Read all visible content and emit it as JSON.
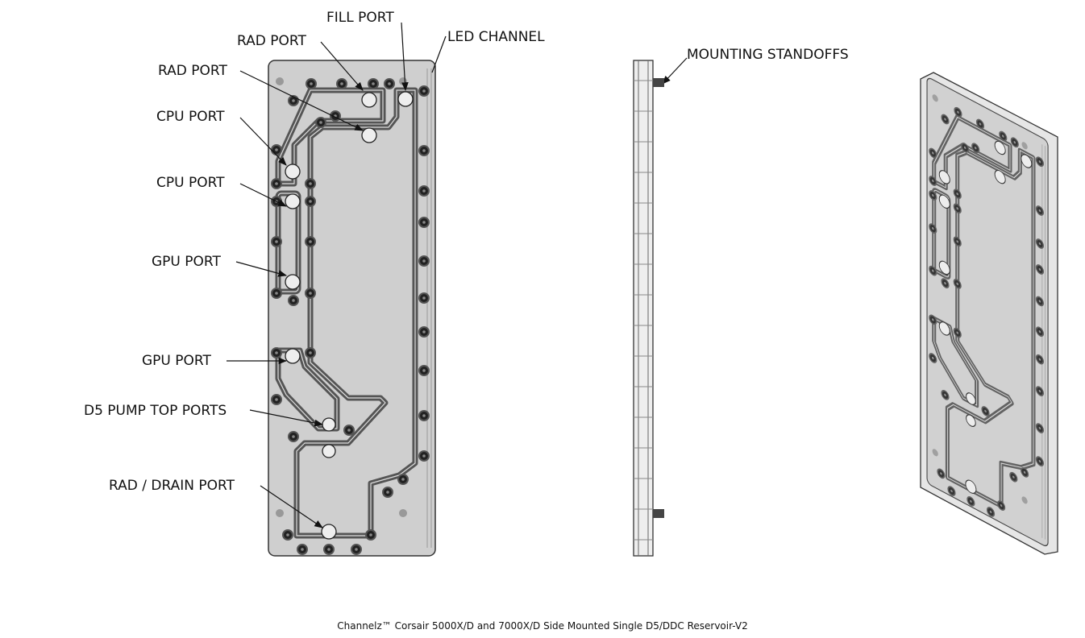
{
  "labels": {
    "fill_port": "FILL PORT",
    "rad_port_1": "RAD PORT",
    "rad_port_2": "RAD PORT",
    "led_channel": "LED CHANNEL",
    "cpu_port_1": "CPU PORT",
    "cpu_port_2": "CPU PORT",
    "gpu_port_1": "GPU PORT",
    "gpu_port_2": "GPU PORT",
    "d5_pump_top_ports": "D5 PUMP TOP PORTS",
    "rad_drain_port": "RAD / DRAIN PORT",
    "mounting_standoffs": "MOUNTING STANDOFFS"
  },
  "caption": "Channelz™ Corsair 5000X/D and 7000X/D Side Mounted Single D5/DDC Reservoir-V2",
  "colors": {
    "plate": "#cfcfcf",
    "channel": "#555555",
    "outline": "#333333"
  }
}
